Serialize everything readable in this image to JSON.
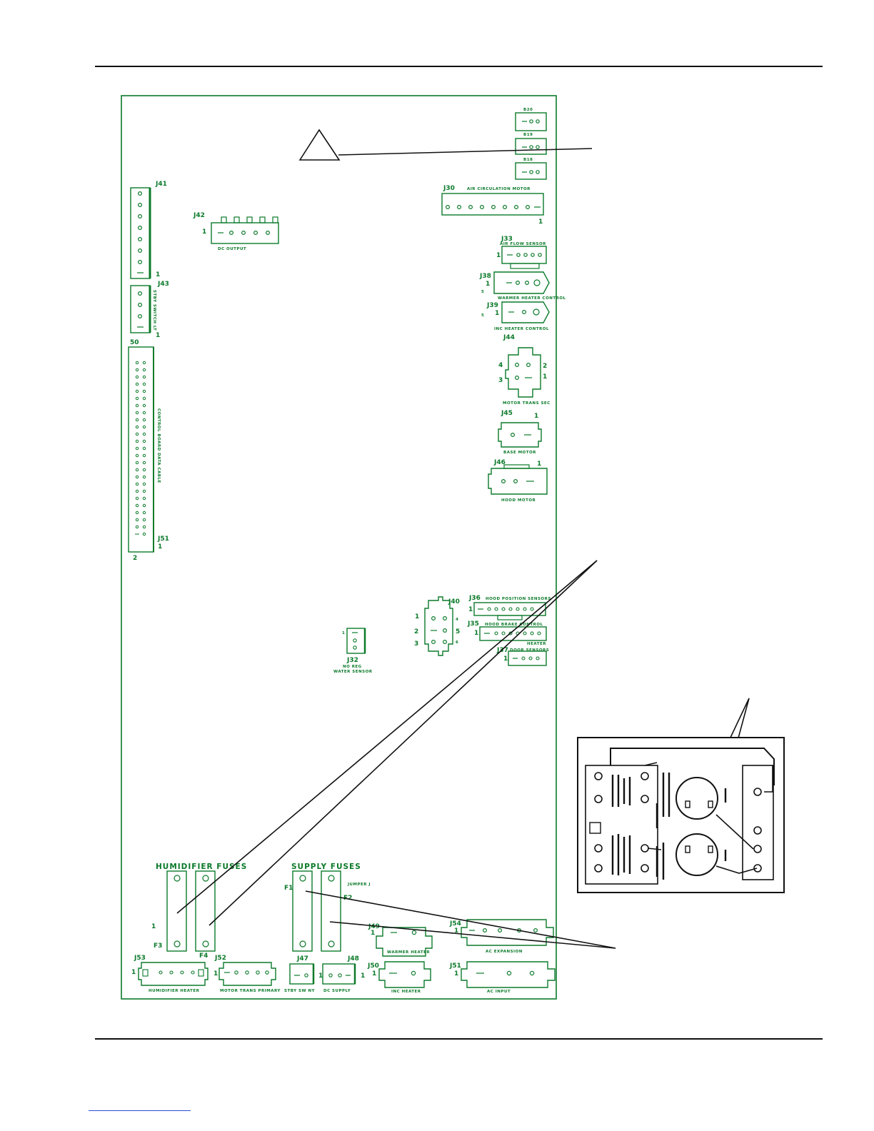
{
  "colors": {
    "board": "#0b7a2a",
    "leader": "#111111",
    "inset": "#111111",
    "footer_link": "#2a4fd6"
  },
  "board": {
    "connectors": [
      {
        "id": "j41",
        "label": "J41",
        "pin1": "1"
      },
      {
        "id": "j42",
        "label": "J42",
        "pin1": "1",
        "caption": "DC OUTPUT"
      },
      {
        "id": "j43",
        "label": "J43",
        "pin1": "1",
        "caption": "STBY SWITCH LT"
      },
      {
        "id": "j51l",
        "label": "J51",
        "pin1": "1",
        "top_pin": "50",
        "bottom_pin": "2",
        "caption": "CONTROL BOARD DATA CABLE"
      },
      {
        "id": "j30",
        "label": "J30",
        "pin1": "1",
        "caption": "AIR CIRCULATION MOTOR"
      },
      {
        "id": "j33",
        "label": "J33",
        "pin1": "1",
        "caption": "AIR FLOW SENSOR"
      },
      {
        "id": "j38",
        "label": "J38",
        "pin1": "1",
        "pin_alt": "5",
        "caption": "WARMER HEATER CONTROL"
      },
      {
        "id": "j39",
        "label": "J39",
        "pin1": "1",
        "pin_alt": "5",
        "caption": "INC HEATER CONTROL"
      },
      {
        "id": "j44",
        "label": "J44",
        "pins": [
          "4",
          "2",
          "3",
          "1"
        ],
        "caption": "MOTOR TRANS SEC"
      },
      {
        "id": "j45",
        "label": "J45",
        "pin1": "1",
        "caption": "BASE MOTOR"
      },
      {
        "id": "j46",
        "label": "J46",
        "pin1": "1",
        "caption": "HOOD MOTOR"
      },
      {
        "id": "j40",
        "label": "J40",
        "pins": [
          "1",
          "2",
          "3",
          "4",
          "5",
          "6"
        ]
      },
      {
        "id": "j36",
        "label": "J36",
        "pin1": "1",
        "caption": "HOOD POSITION SENSORS"
      },
      {
        "id": "j35",
        "label": "J35",
        "pin1": "1",
        "caption": "HOOD BRAKE CONTROL"
      },
      {
        "id": "j37",
        "label": "J37",
        "pin1": "1",
        "caption": "DOOR SENSORS",
        "caption_top": "HEATER"
      },
      {
        "id": "j32",
        "label": "J32",
        "pin1": "1",
        "caption": "WATER SENSOR",
        "caption_top": "NO REG"
      },
      {
        "id": "j53",
        "label": "J53",
        "pin1": "1",
        "caption": "HUMIDIFIER HEATER"
      },
      {
        "id": "j52",
        "label": "J52",
        "pin1": "1",
        "caption": "MOTOR TRANS PRIMARY"
      },
      {
        "id": "j47",
        "label": "J47",
        "pin1": "1",
        "caption": "STBY SW NY"
      },
      {
        "id": "j48",
        "label": "J48",
        "pin1": "1",
        "caption": "DC SUPPLY"
      },
      {
        "id": "j49",
        "label": "J49",
        "pin1": "1",
        "caption": "WARMER HEATER"
      },
      {
        "id": "j50",
        "label": "J50",
        "pin1": "1",
        "caption": "INC HEATER"
      },
      {
        "id": "j54",
        "label": "J54",
        "pin1": "1",
        "caption": "AC EXPANSION"
      },
      {
        "id": "j51r",
        "label": "J51",
        "pin1": "1",
        "caption": "AC INPUT"
      }
    ],
    "small_headers": [
      "B20",
      "B19",
      "B18"
    ],
    "fuse_groups": [
      {
        "title": "HUMIDIFIER FUSES",
        "fuses": [
          "F3",
          "F4"
        ],
        "pin1": "1"
      },
      {
        "title": "SUPPLY FUSES",
        "fuses": [
          "F1",
          "F2"
        ],
        "jumper": "JUMPER J"
      }
    ]
  }
}
